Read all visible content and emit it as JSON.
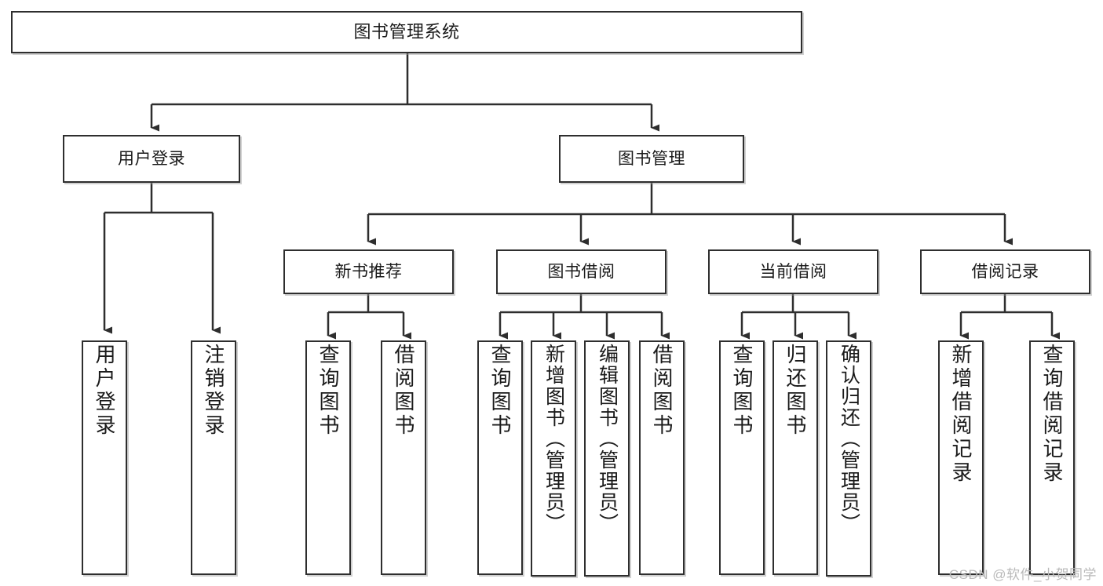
{
  "diagram": {
    "title": "图书管理系统",
    "type": "tree-hierarchy-diagram",
    "colors": {
      "box_border": "#2e2e2e",
      "box_fill": "#ffffff",
      "edge": "#2e2e2e",
      "background": "#ffffff",
      "watermark": "#b9b9b9"
    },
    "root": {
      "label": "图书管理系统"
    },
    "level2": [
      {
        "label": "用户登录"
      },
      {
        "label": "图书管理"
      }
    ],
    "level3": [
      {
        "label": "新书推荐"
      },
      {
        "label": "图书借阅"
      },
      {
        "label": "当前借阅"
      },
      {
        "label": "借阅记录"
      }
    ],
    "leaves": {
      "user_login": [
        {
          "label": "用户登录"
        },
        {
          "label": "注销登录"
        }
      ],
      "new_book_recommend": [
        {
          "label": "查询图书"
        },
        {
          "label": "借阅图书"
        }
      ],
      "book_borrow": [
        {
          "label": "查询图书"
        },
        {
          "label": "新增图书（管理员）"
        },
        {
          "label": "编辑图书（管理员）"
        },
        {
          "label": "借阅图书"
        }
      ],
      "current_borrow": [
        {
          "label": "查询图书"
        },
        {
          "label": "归还图书"
        },
        {
          "label": "确认归还（管理员）"
        }
      ],
      "borrow_record": [
        {
          "label": "新增借阅记录"
        },
        {
          "label": "查询借阅记录"
        }
      ]
    },
    "watermark": "CSDN @软件_小贺同学"
  }
}
